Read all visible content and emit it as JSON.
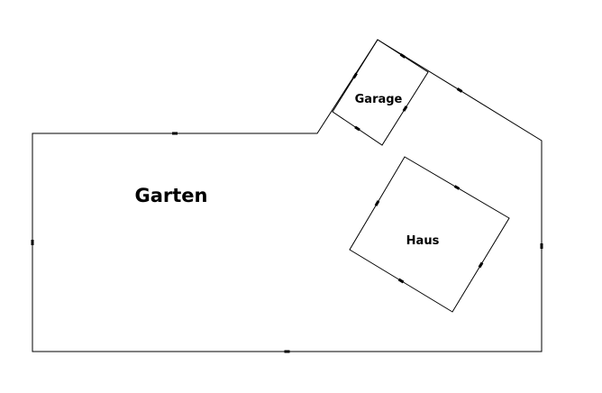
{
  "labels": {
    "garden": "Garten",
    "garage": "Garage",
    "house": "Haus"
  },
  "colors": {
    "line": "#000000",
    "background": "#ffffff"
  }
}
